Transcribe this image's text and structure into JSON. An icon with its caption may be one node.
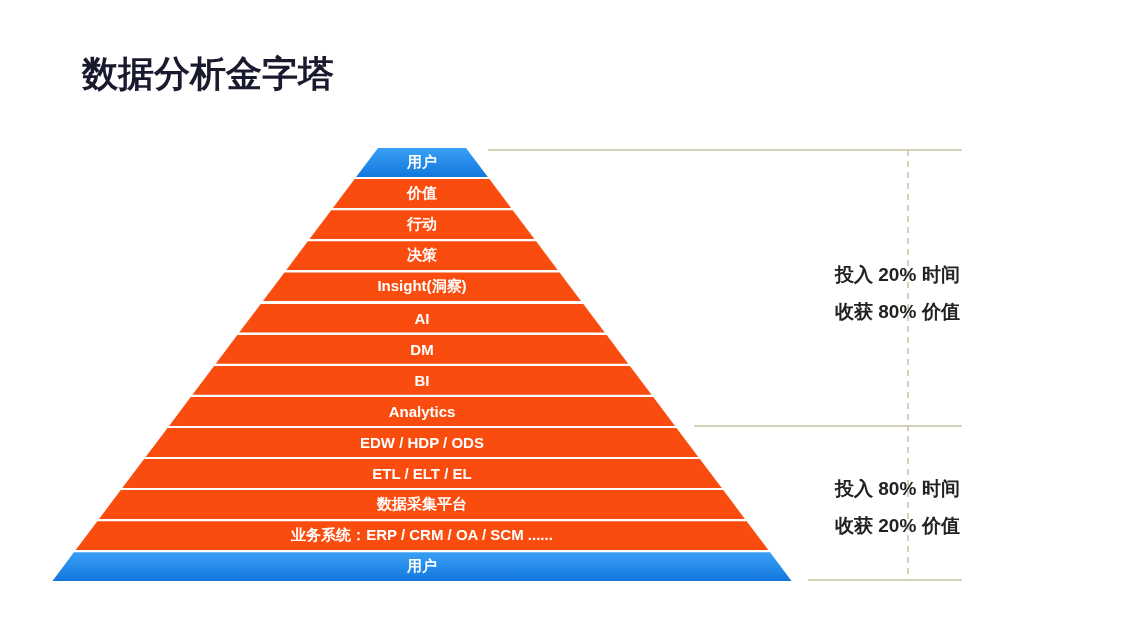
{
  "diagram": {
    "title": "数据分析金字塔",
    "nodes": [
      {
        "text": [
          "用户"
        ]
      },
      {
        "text": [
          "价值"
        ]
      },
      {
        "text": [
          "行动"
        ]
      },
      {
        "text": [
          "决策"
        ]
      },
      {
        "text": [
          "Insight(洞察)"
        ]
      },
      {
        "text": [
          "AI"
        ]
      },
      {
        "text": [
          "DM"
        ]
      },
      {
        "text": [
          "BI"
        ]
      },
      {
        "text": [
          "Analytics"
        ]
      },
      {
        "text": [
          "EDW / HDP / ODS"
        ]
      },
      {
        "text": [
          "ETL / ELT / EL"
        ]
      },
      {
        "text": [
          "数据采集平台"
        ]
      },
      {
        "text": [
          "业务系统：ERP / CRM / OA / SCM ......"
        ]
      },
      {
        "text": [
          "用户"
        ]
      }
    ],
    "edges": [],
    "labels": [
      "投入 20% 时间",
      "收获 80% 价值",
      "投入 80% 时间",
      "收获 20% 价值"
    ]
  }
}
